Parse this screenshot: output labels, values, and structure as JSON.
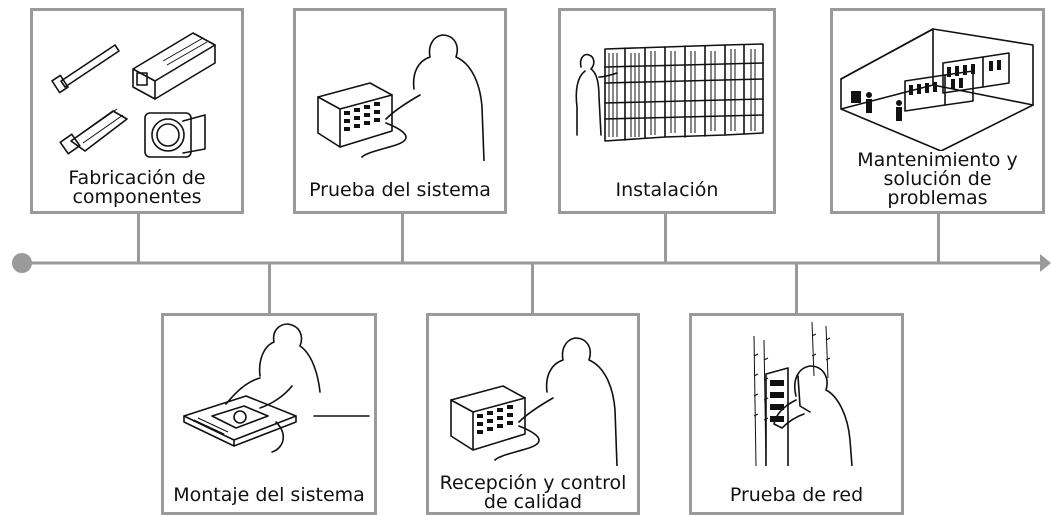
{
  "stages_top": [
    {
      "id": "fabricacion",
      "label": "Fabricación de componentes",
      "lines": [
        "Fabricación de",
        "componentes"
      ],
      "icon": "fiber-connectors-icon"
    },
    {
      "id": "prueba-sistema",
      "label": "Prueba del sistema",
      "lines": [
        "Prueba del sistema"
      ],
      "icon": "technician-test-equipment-icon"
    },
    {
      "id": "instalacion",
      "label": "Instalación",
      "lines": [
        "Instalación"
      ],
      "icon": "server-racks-installation-icon"
    },
    {
      "id": "mantenimiento",
      "label": "Mantenimiento y solución de problemas",
      "lines": [
        "Mantenimiento y",
        "solución de",
        "problemas"
      ],
      "icon": "data-center-room-icon"
    }
  ],
  "stages_bottom": [
    {
      "id": "montaje",
      "label": "Montaje del sistema",
      "lines": [
        "Montaje del sistema"
      ],
      "icon": "technician-assembly-icon"
    },
    {
      "id": "recepcion",
      "label": "Recepción y control de calidad",
      "lines": [
        "Recepción y control",
        "de calidad"
      ],
      "icon": "technician-quality-control-icon"
    },
    {
      "id": "prueba-red",
      "label": "Prueba de red",
      "lines": [
        "Prueba de red"
      ],
      "icon": "technician-network-rack-icon"
    }
  ],
  "colors": {
    "line": "#9a9a9a",
    "border": "#9a9a9a",
    "ink": "#111111",
    "background": "#ffffff"
  }
}
